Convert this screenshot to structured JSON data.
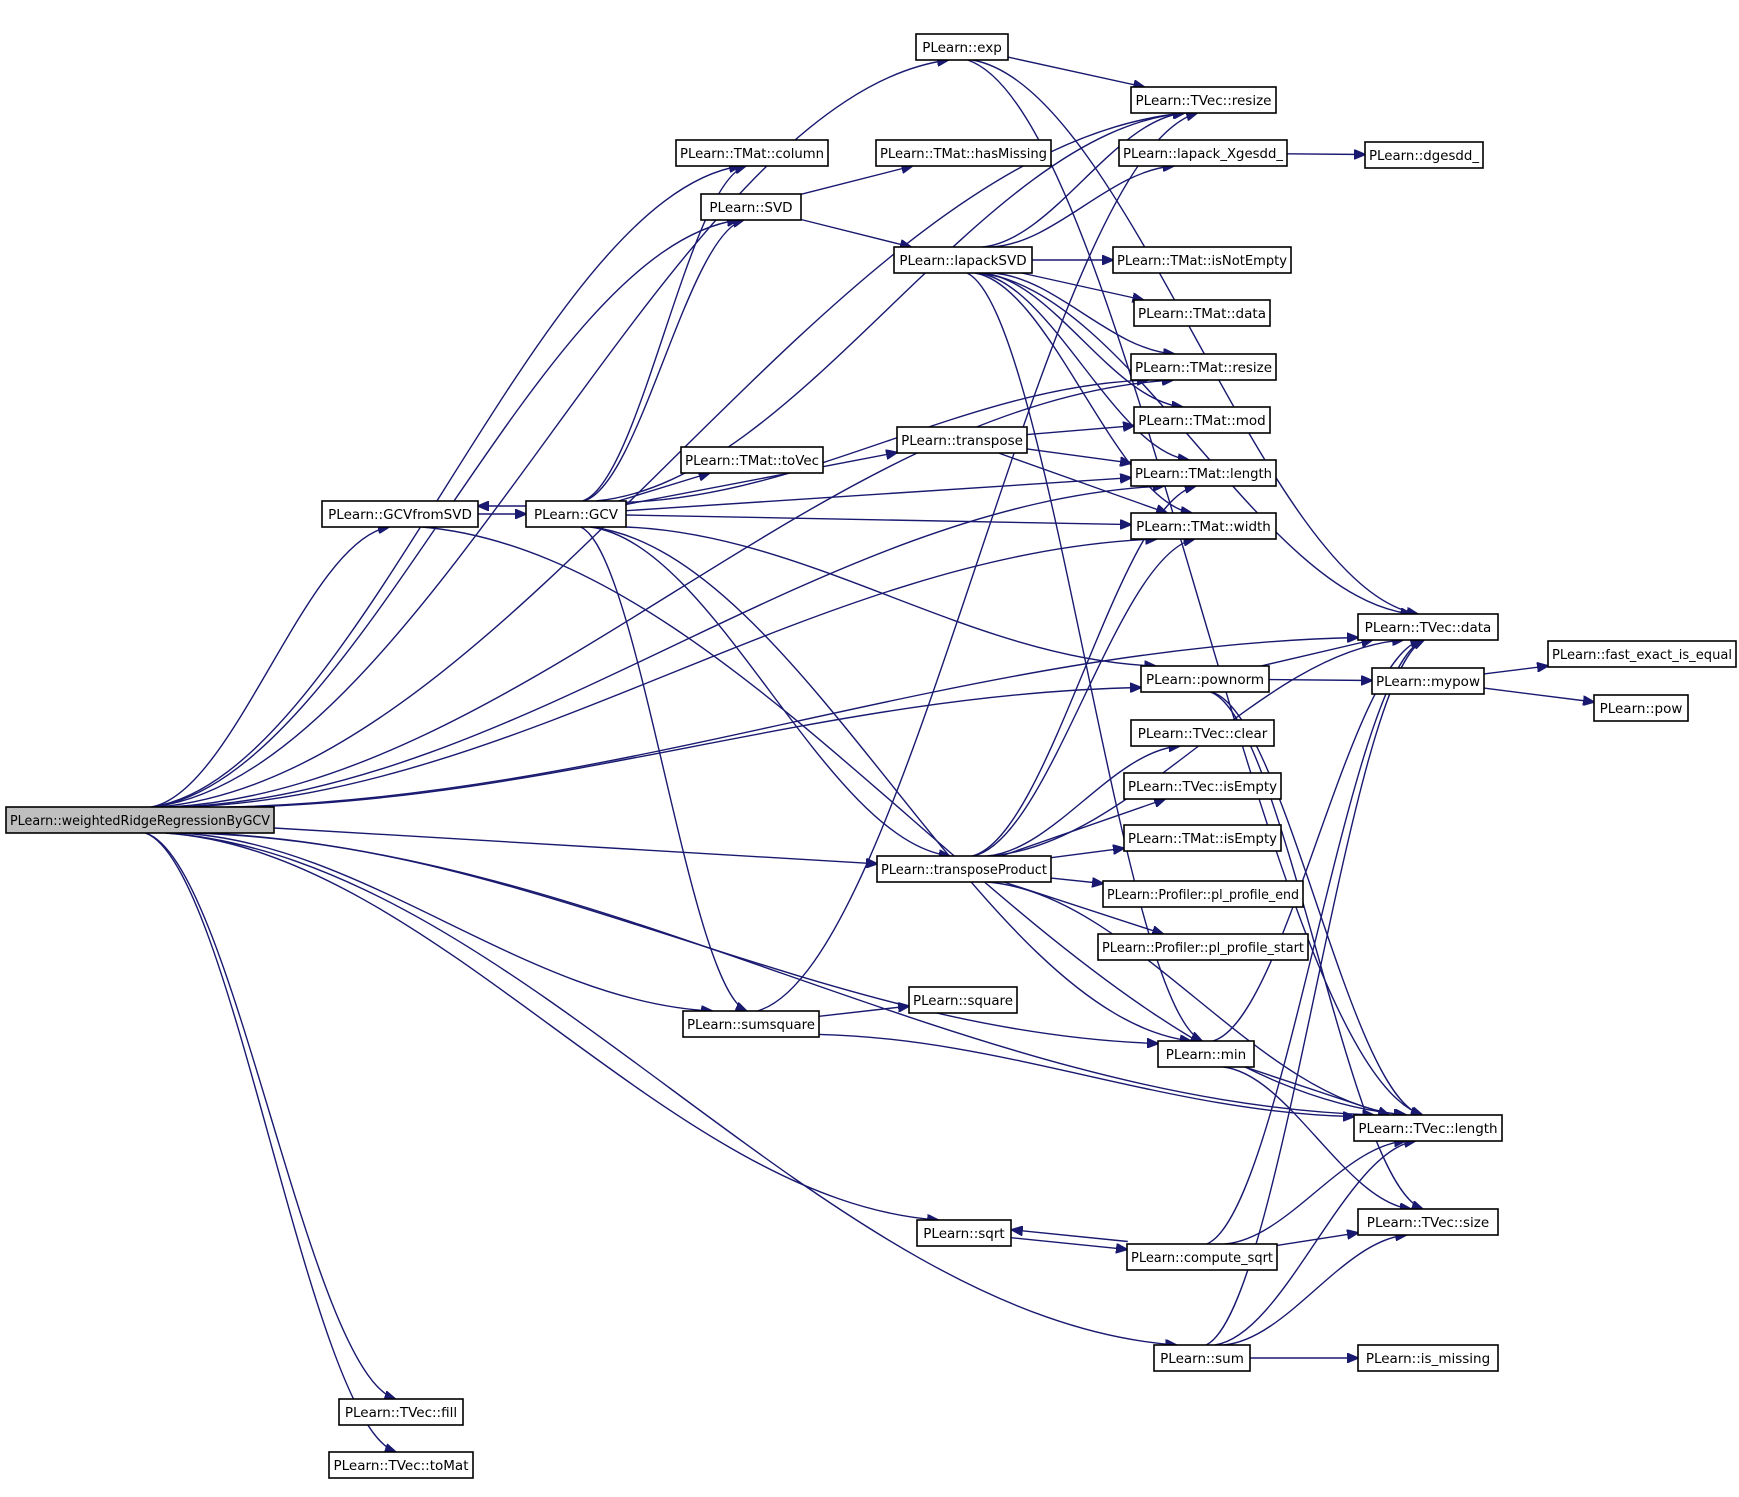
{
  "graph": {
    "colors": {
      "edge": "#191970",
      "node_fill": "#ffffff",
      "root_fill": "#bfbfbf",
      "border": "#000000"
    },
    "root": "weightedRidgeRegressionByGCV",
    "nodes": [
      {
        "id": "weightedRidgeRegressionByGCV",
        "label": "PLearn::weightedRidgeRegressionByGCV"
      },
      {
        "id": "exp",
        "label": "PLearn::exp"
      },
      {
        "id": "tvec_resize",
        "label": "PLearn::TVec::resize"
      },
      {
        "id": "tmat_column",
        "label": "PLearn::TMat::column"
      },
      {
        "id": "tmat_hasMissing",
        "label": "PLearn::TMat::hasMissing"
      },
      {
        "id": "lapack_Xgesdd",
        "label": "PLearn::lapack_Xgesdd_"
      },
      {
        "id": "dgesdd",
        "label": "PLearn::dgesdd_"
      },
      {
        "id": "svd",
        "label": "PLearn::SVD"
      },
      {
        "id": "lapackSVD",
        "label": "PLearn::lapackSVD"
      },
      {
        "id": "tmat_isNotEmpty",
        "label": "PLearn::TMat::isNotEmpty"
      },
      {
        "id": "tmat_data",
        "label": "PLearn::TMat::data"
      },
      {
        "id": "tmat_resize",
        "label": "PLearn::TMat::resize"
      },
      {
        "id": "tmat_mod",
        "label": "PLearn::TMat::mod"
      },
      {
        "id": "transpose",
        "label": "PLearn::transpose"
      },
      {
        "id": "tmat_toVec",
        "label": "PLearn::TMat::toVec"
      },
      {
        "id": "tmat_length",
        "label": "PLearn::TMat::length"
      },
      {
        "id": "gcvfromsvd",
        "label": "PLearn::GCVfromSVD"
      },
      {
        "id": "gcv",
        "label": "PLearn::GCV"
      },
      {
        "id": "tmat_width",
        "label": "PLearn::TMat::width"
      },
      {
        "id": "tvec_data",
        "label": "PLearn::TVec::data"
      },
      {
        "id": "pownorm",
        "label": "PLearn::pownorm"
      },
      {
        "id": "mypow",
        "label": "PLearn::mypow"
      },
      {
        "id": "fast_exact_is_equal",
        "label": "PLearn::fast_exact_is_equal"
      },
      {
        "id": "pow",
        "label": "PLearn::pow"
      },
      {
        "id": "tvec_clear",
        "label": "PLearn::TVec::clear"
      },
      {
        "id": "tvec_isEmpty",
        "label": "PLearn::TVec::isEmpty"
      },
      {
        "id": "tmat_isEmpty",
        "label": "PLearn::TMat::isEmpty"
      },
      {
        "id": "transposeProduct",
        "label": "PLearn::transposeProduct"
      },
      {
        "id": "pl_profile_end",
        "label": "PLearn::Profiler::pl_profile_end"
      },
      {
        "id": "pl_profile_start",
        "label": "PLearn::Profiler::pl_profile_start"
      },
      {
        "id": "sumsquare",
        "label": "PLearn::sumsquare"
      },
      {
        "id": "square",
        "label": "PLearn::square"
      },
      {
        "id": "min",
        "label": "PLearn::min"
      },
      {
        "id": "tvec_length",
        "label": "PLearn::TVec::length"
      },
      {
        "id": "sqrt",
        "label": "PLearn::sqrt"
      },
      {
        "id": "compute_sqrt",
        "label": "PLearn::compute_sqrt"
      },
      {
        "id": "tvec_size",
        "label": "PLearn::TVec::size"
      },
      {
        "id": "sum",
        "label": "PLearn::sum"
      },
      {
        "id": "is_missing",
        "label": "PLearn::is_missing"
      },
      {
        "id": "tvec_fill",
        "label": "PLearn::TVec::fill"
      },
      {
        "id": "tvec_toMat",
        "label": "PLearn::TVec::toMat"
      }
    ],
    "edges": [
      [
        "weightedRidgeRegressionByGCV",
        "exp"
      ],
      [
        "weightedRidgeRegressionByGCV",
        "tvec_resize"
      ],
      [
        "weightedRidgeRegressionByGCV",
        "tmat_column"
      ],
      [
        "weightedRidgeRegressionByGCV",
        "svd"
      ],
      [
        "weightedRidgeRegressionByGCV",
        "tmat_resize"
      ],
      [
        "weightedRidgeRegressionByGCV",
        "gcvfromsvd"
      ],
      [
        "weightedRidgeRegressionByGCV",
        "tmat_length"
      ],
      [
        "weightedRidgeRegressionByGCV",
        "tmat_width"
      ],
      [
        "weightedRidgeRegressionByGCV",
        "tvec_data"
      ],
      [
        "weightedRidgeRegressionByGCV",
        "pownorm"
      ],
      [
        "weightedRidgeRegressionByGCV",
        "transposeProduct"
      ],
      [
        "weightedRidgeRegressionByGCV",
        "sumsquare"
      ],
      [
        "weightedRidgeRegressionByGCV",
        "min"
      ],
      [
        "weightedRidgeRegressionByGCV",
        "tvec_length"
      ],
      [
        "weightedRidgeRegressionByGCV",
        "sqrt"
      ],
      [
        "weightedRidgeRegressionByGCV",
        "sum"
      ],
      [
        "weightedRidgeRegressionByGCV",
        "tvec_fill"
      ],
      [
        "weightedRidgeRegressionByGCV",
        "tvec_toMat"
      ],
      [
        "exp",
        "tvec_resize"
      ],
      [
        "exp",
        "tvec_data"
      ],
      [
        "exp",
        "tvec_length"
      ],
      [
        "svd",
        "tmat_hasMissing"
      ],
      [
        "svd",
        "lapackSVD"
      ],
      [
        "lapackSVD",
        "lapack_Xgesdd"
      ],
      [
        "lapack_Xgesdd",
        "dgesdd"
      ],
      [
        "lapackSVD",
        "tvec_resize"
      ],
      [
        "lapackSVD",
        "tmat_isNotEmpty"
      ],
      [
        "lapackSVD",
        "tmat_data"
      ],
      [
        "lapackSVD",
        "tmat_resize"
      ],
      [
        "lapackSVD",
        "tmat_mod"
      ],
      [
        "lapackSVD",
        "tmat_length"
      ],
      [
        "lapackSVD",
        "tmat_width"
      ],
      [
        "lapackSVD",
        "tvec_data"
      ],
      [
        "lapackSVD",
        "min"
      ],
      [
        "gcvfromsvd",
        "gcv"
      ],
      [
        "gcv",
        "gcvfromsvd"
      ],
      [
        "gcvfromsvd",
        "tvec_length"
      ],
      [
        "gcv",
        "tmat_column"
      ],
      [
        "gcv",
        "svd"
      ],
      [
        "gcv",
        "tvec_resize"
      ],
      [
        "gcv",
        "tmat_resize"
      ],
      [
        "gcv",
        "transpose"
      ],
      [
        "gcv",
        "tmat_toVec"
      ],
      [
        "gcv",
        "tmat_length"
      ],
      [
        "gcv",
        "tmat_width"
      ],
      [
        "gcv",
        "pownorm"
      ],
      [
        "gcv",
        "transposeProduct"
      ],
      [
        "gcv",
        "sumsquare"
      ],
      [
        "gcv",
        "min"
      ],
      [
        "transpose",
        "tmat_mod"
      ],
      [
        "transpose",
        "tmat_length"
      ],
      [
        "transpose",
        "tmat_width"
      ],
      [
        "pownorm",
        "tvec_data"
      ],
      [
        "pownorm",
        "mypow"
      ],
      [
        "pownorm",
        "tvec_length"
      ],
      [
        "pownorm",
        "tvec_size"
      ],
      [
        "mypow",
        "fast_exact_is_equal"
      ],
      [
        "mypow",
        "pow"
      ],
      [
        "transposeProduct",
        "tmat_length"
      ],
      [
        "transposeProduct",
        "tmat_width"
      ],
      [
        "transposeProduct",
        "tvec_data"
      ],
      [
        "transposeProduct",
        "tvec_clear"
      ],
      [
        "transposeProduct",
        "tvec_isEmpty"
      ],
      [
        "transposeProduct",
        "tmat_isEmpty"
      ],
      [
        "transposeProduct",
        "pl_profile_end"
      ],
      [
        "transposeProduct",
        "pl_profile_start"
      ],
      [
        "transposeProduct",
        "tvec_length"
      ],
      [
        "sumsquare",
        "tvec_resize"
      ],
      [
        "sumsquare",
        "square"
      ],
      [
        "sumsquare",
        "tvec_length"
      ],
      [
        "min",
        "tvec_data"
      ],
      [
        "min",
        "tvec_length"
      ],
      [
        "min",
        "tvec_size"
      ],
      [
        "sqrt",
        "compute_sqrt"
      ],
      [
        "compute_sqrt",
        "sqrt"
      ],
      [
        "compute_sqrt",
        "tvec_data"
      ],
      [
        "compute_sqrt",
        "tvec_length"
      ],
      [
        "compute_sqrt",
        "tvec_size"
      ],
      [
        "sum",
        "is_missing"
      ],
      [
        "sum",
        "tvec_data"
      ],
      [
        "sum",
        "tvec_length"
      ],
      [
        "sum",
        "tvec_size"
      ]
    ]
  }
}
